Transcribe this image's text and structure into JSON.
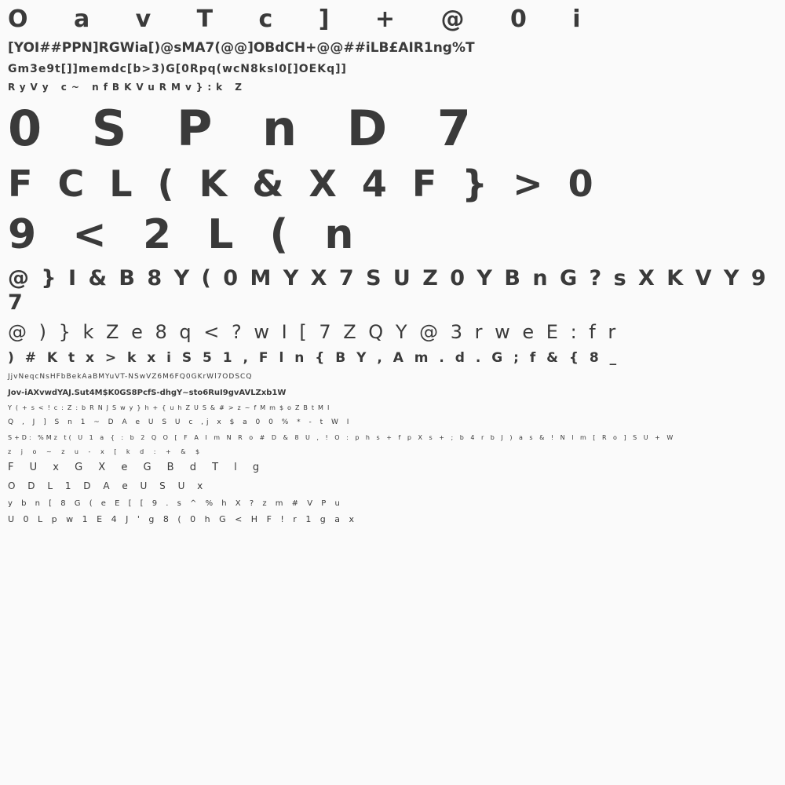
{
  "lines": [
    "O a v T c ] + @ 0 i",
    "[YOI##PPN]RGWia[)@sMA7(@@]OBdCH+@@##iLB£AIR1ng%T",
    "Gm3e9t[]]memdc[b>3)G[0Rpq(wcN8ksl0[]OEKq]]",
    "RyVy c~ nfBKVuRMv}:k Z",
    "0 S P n D 7",
    "F C L ( K & X 4 F } > 0",
    "9 < 2 L ( n",
    "@ } I & B 8 Y ( 0 M Y X 7 S U Z 0 Y B n G ? s X K V Y 9 7",
    "@ ) } k Z e 8 q < ? w I [ 7 Z Q Y @ 3 r w e E : f r",
    ") # K t x > k x i S 5 1 , F l n { B Y , A m . d . G ; f & { 8 _",
    "JjvNeqcNsHFbBekAaBMYuVT-NSwVZ6M6FQ0GKrWl7ODSCQ",
    "Jov-iAXvwdYAJ.Sut4M$K0GS8PcfS-dhgY~sto6RuI9gvAVLZxb1W",
    "Y(+s<!c:Z:bRNJSwy}h+{uhZUS&#>z~fMm$oZBtMI",
    "Q , J ] S n 1 ~ D A e U S U c ,j x $ a 0 0 % * - t W I",
    "S+D: %Mz t( U 1 a { : b 2 Q O [ F A I m N R o # D & 8 U , ! O : p h s + f p X s + ; b 4 r b J ) a s & ! N l m [ R o ] S U + W",
    "z j o ~ z u - x [ k d : + & $",
    "F U x G X e G B d T l g",
    "O D L 1 D A e U S U x",
    "y b n [ 8 G ( e E [ [ 9 . s ^ % h X ? z m # V P u",
    "U 0 L p w 1 E 4 J ' g 8 ( 0 h G < H F ! r 1 g a x"
  ]
}
